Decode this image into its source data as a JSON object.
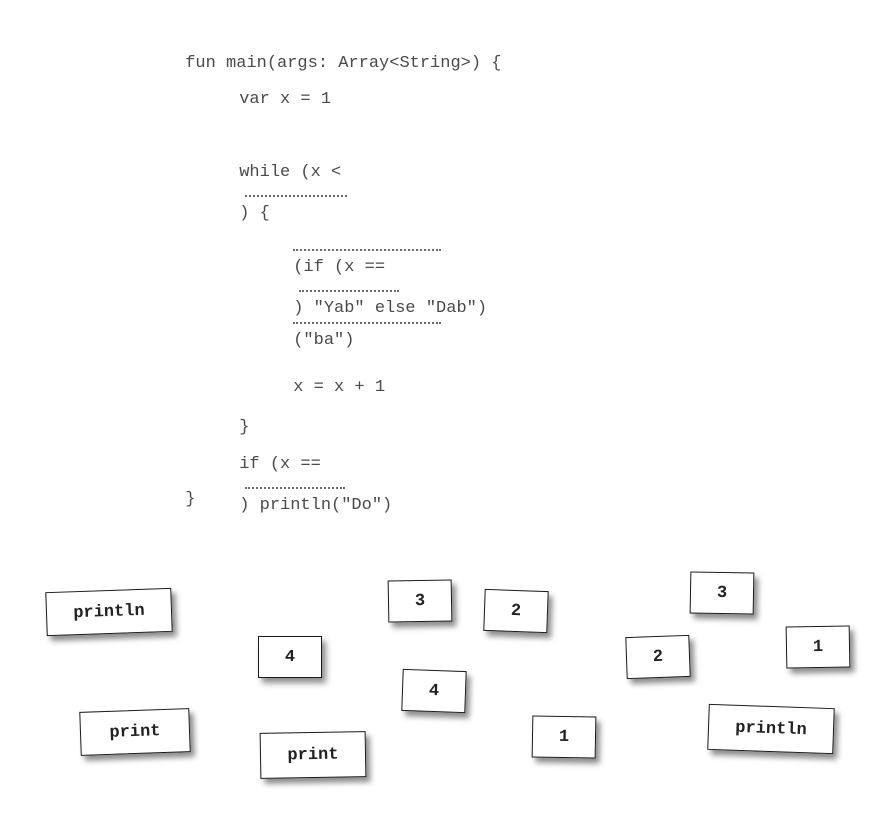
{
  "code": {
    "line1": "fun main(args: Array<String>) {",
    "line2": "var x = 1",
    "line3_a": "while (x <",
    "line3_b": ") {",
    "line4_b": "(if (x ==",
    "line4_c": ") \"Yab\" else \"Dab\")",
    "line5_b": "(\"ba\")",
    "line6": "x = x + 1",
    "line7": "}",
    "line8_a": "if (x ==",
    "line8_b": ") println(\"Do\")",
    "line9": "}"
  },
  "magnets": [
    {
      "id": "m1",
      "label": "println"
    },
    {
      "id": "m2",
      "label": "3"
    },
    {
      "id": "m3",
      "label": "2"
    },
    {
      "id": "m4",
      "label": "3"
    },
    {
      "id": "m5",
      "label": "4"
    },
    {
      "id": "m6",
      "label": "2"
    },
    {
      "id": "m7",
      "label": "1"
    },
    {
      "id": "m8",
      "label": "4"
    },
    {
      "id": "m9",
      "label": "print"
    },
    {
      "id": "m10",
      "label": "1"
    },
    {
      "id": "m11",
      "label": "println"
    },
    {
      "id": "m12",
      "label": "print"
    }
  ]
}
